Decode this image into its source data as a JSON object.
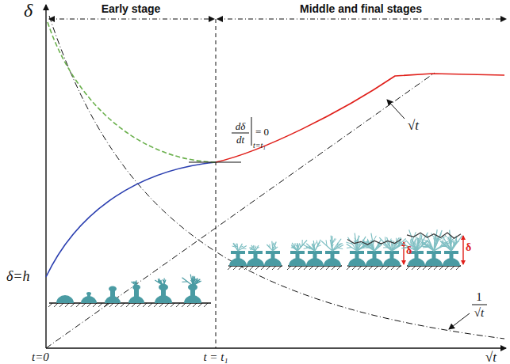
{
  "diagram": {
    "labels": [
      "δ",
      "Early stage",
      "Middle and final stages",
      "dδ",
      "dt",
      "t=t₁",
      "= 0",
      "√t",
      "1",
      "√t",
      "δ=h",
      "t=0",
      "t = t₁",
      "√t",
      "δ",
      "δ"
    ]
  }
}
